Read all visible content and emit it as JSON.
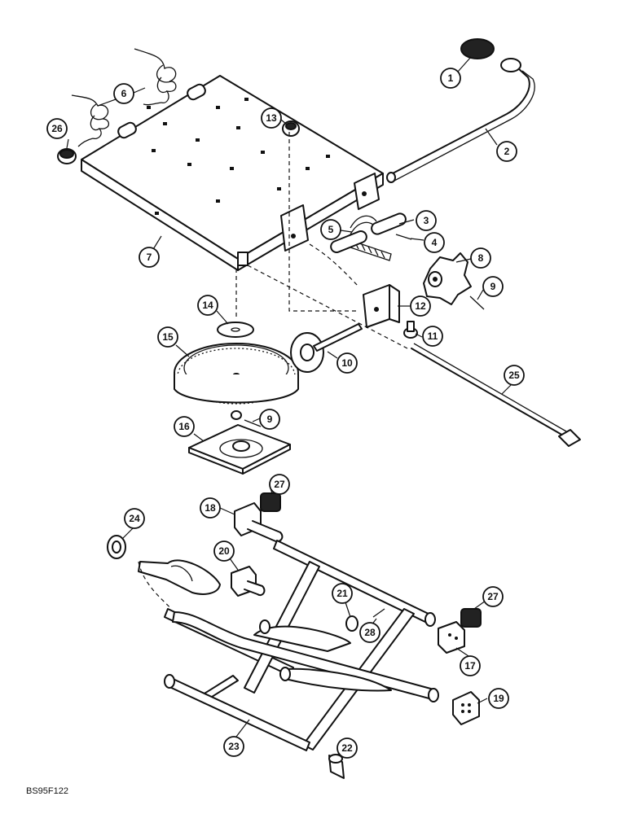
{
  "figure": {
    "reference_code": "BS95F122"
  },
  "callouts": [
    {
      "id": "c1",
      "label": "1"
    },
    {
      "id": "c2",
      "label": "2"
    },
    {
      "id": "c3",
      "label": "3"
    },
    {
      "id": "c4",
      "label": "4"
    },
    {
      "id": "c5",
      "label": "5"
    },
    {
      "id": "c6",
      "label": "6"
    },
    {
      "id": "c7",
      "label": "7"
    },
    {
      "id": "c8",
      "label": "8"
    },
    {
      "id": "c9a",
      "label": "9"
    },
    {
      "id": "c9b",
      "label": "9"
    },
    {
      "id": "c10",
      "label": "10"
    },
    {
      "id": "c11",
      "label": "11"
    },
    {
      "id": "c12",
      "label": "12"
    },
    {
      "id": "c13",
      "label": "13"
    },
    {
      "id": "c14",
      "label": "14"
    },
    {
      "id": "c15",
      "label": "15"
    },
    {
      "id": "c16",
      "label": "16"
    },
    {
      "id": "c17",
      "label": "17"
    },
    {
      "id": "c18",
      "label": "18"
    },
    {
      "id": "c19",
      "label": "19"
    },
    {
      "id": "c20",
      "label": "20"
    },
    {
      "id": "c21",
      "label": "21"
    },
    {
      "id": "c22",
      "label": "22"
    },
    {
      "id": "c23",
      "label": "23"
    },
    {
      "id": "c24",
      "label": "24"
    },
    {
      "id": "c25",
      "label": "25"
    },
    {
      "id": "c26",
      "label": "26"
    },
    {
      "id": "c27a",
      "label": "27"
    },
    {
      "id": "c27b",
      "label": "27"
    },
    {
      "id": "c28",
      "label": "28"
    }
  ]
}
